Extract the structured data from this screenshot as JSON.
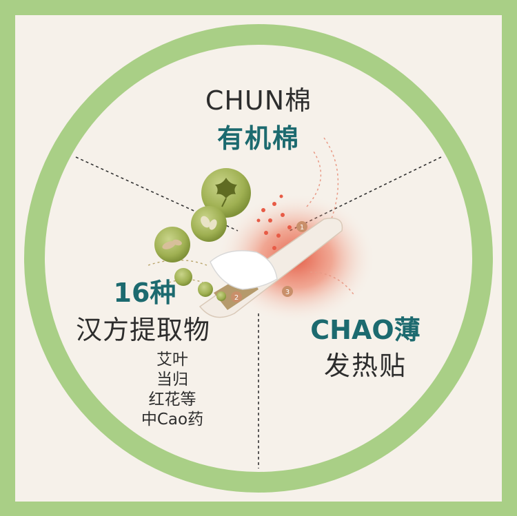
{
  "colors": {
    "frame": "#a9cf86",
    "background": "#f6f1ea",
    "ring": "#a9cf86",
    "accent_teal": "#1c6a6f",
    "text_dark": "#2d2d2d",
    "heat_red": "#e0462e"
  },
  "sections": {
    "top": {
      "line1": "CHUN棉",
      "line2": "有机棉"
    },
    "left": {
      "line1": "16种",
      "line2": "汉方提取物",
      "items": [
        "艾叶",
        "当归",
        "红花等",
        "中Cao药"
      ]
    },
    "right": {
      "line1": "CHAO薄",
      "line2": "发热贴"
    }
  },
  "pad_layers": [
    "1",
    "2",
    "3"
  ],
  "icons": [
    "leaf-icon",
    "herb-icon",
    "root-icon"
  ]
}
